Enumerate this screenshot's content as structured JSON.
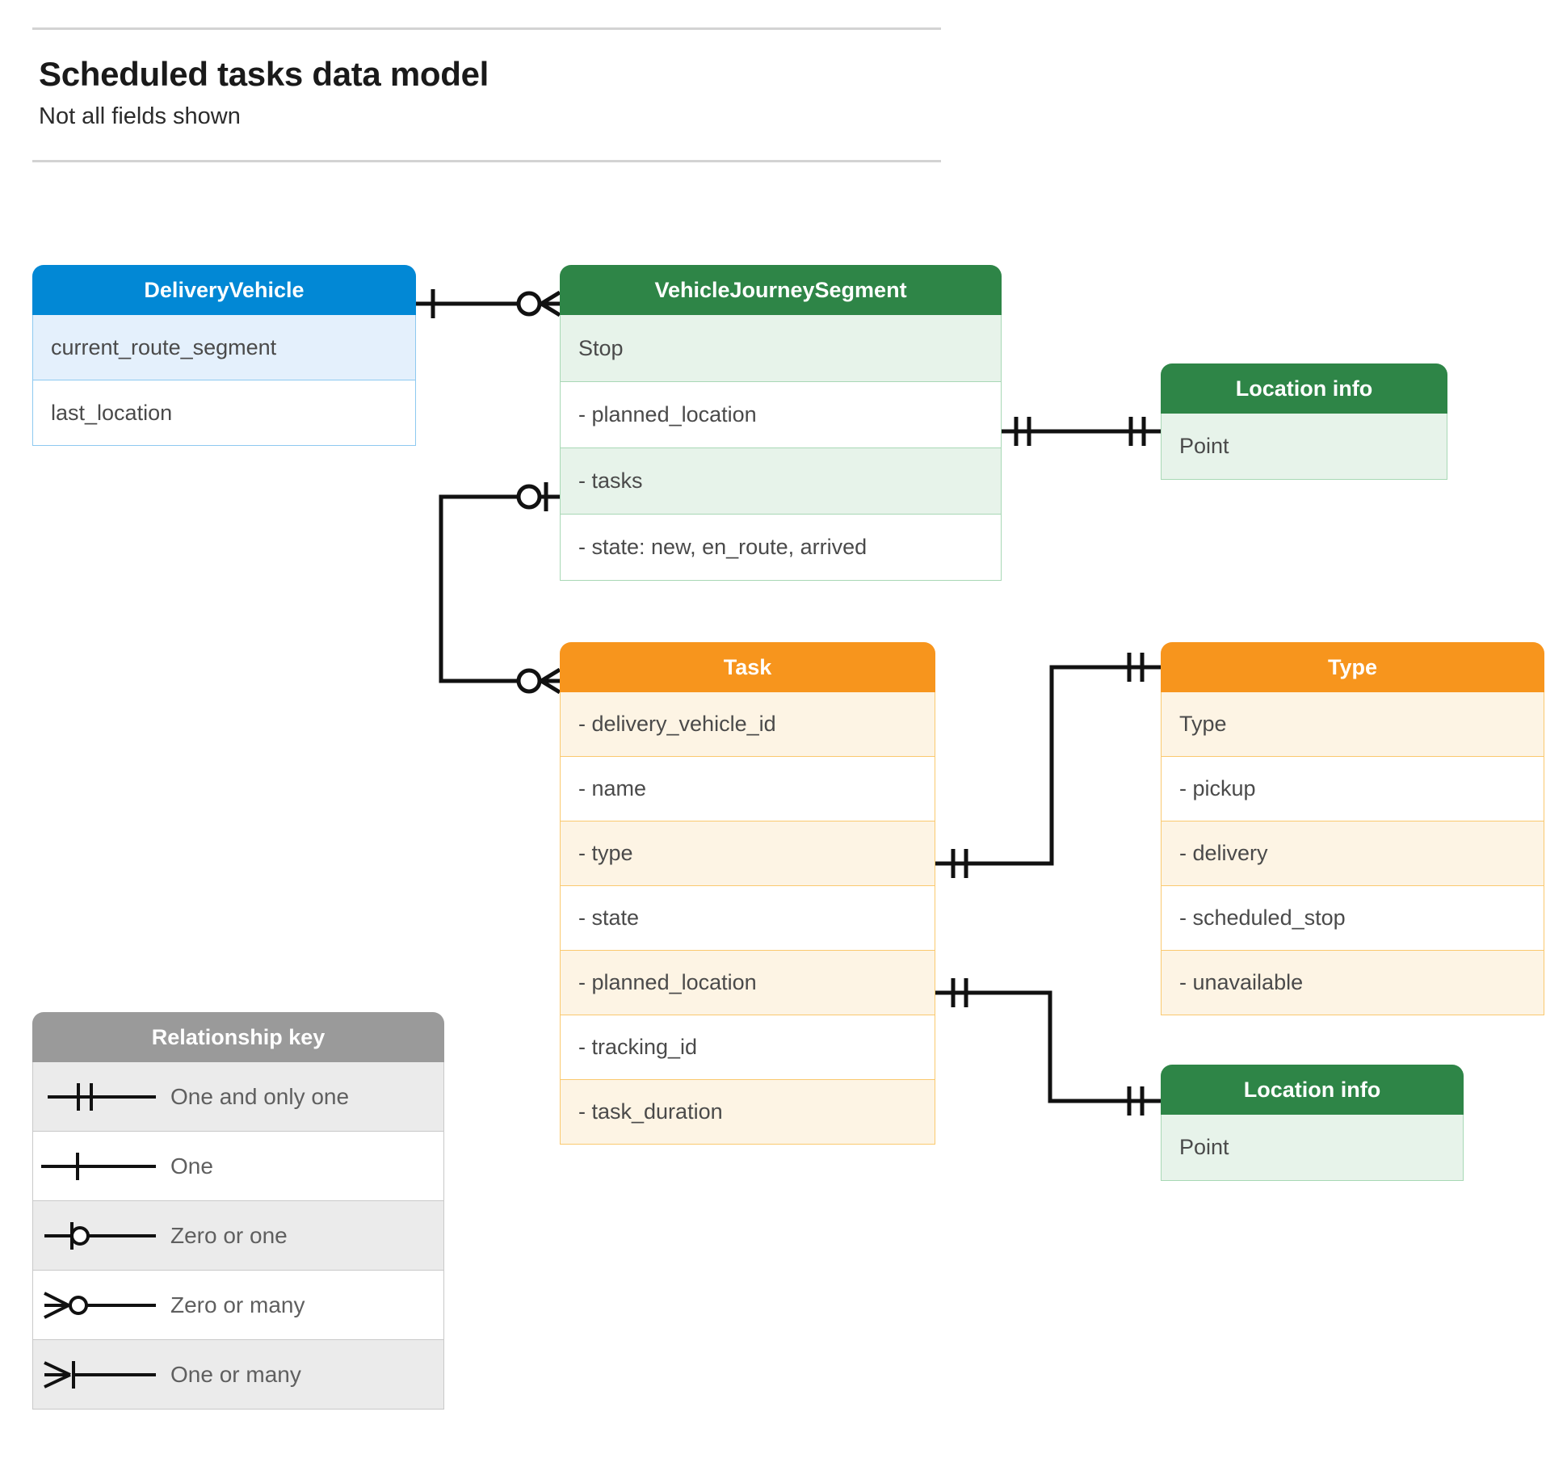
{
  "header": {
    "title": "Scheduled tasks data model",
    "subtitle": "Not all fields shown"
  },
  "colors": {
    "blue_header": "#0288d5",
    "blue_row": "#e4f0fc",
    "blue_border": "#8ec9f0",
    "green_header": "#2e8547",
    "green_row": "#e7f3ea",
    "green_border": "#a8d8b5",
    "orange_header": "#f7951d",
    "orange_row": "#fdf4e4",
    "orange_border": "#fac96f",
    "grey_header": "#9a9a9a",
    "grey_row": "#ebebeb",
    "grey_border": "#c9c9c9",
    "line": "#111111",
    "rule": "#d3d3d3",
    "text": "#4a4a4a"
  },
  "entities": {
    "delivery_vehicle": {
      "title": "DeliveryVehicle",
      "rows": [
        "current_route_segment",
        "last_location"
      ]
    },
    "vehicle_journey_segment": {
      "title": "VehicleJourneySegment",
      "rows": [
        "Stop",
        "-  planned_location",
        "- tasks",
        "- state: new, en_route, arrived"
      ]
    },
    "location_info_top": {
      "title": "Location info",
      "rows": [
        "Point"
      ]
    },
    "task": {
      "title": "Task",
      "rows": [
        "- delivery_vehicle_id",
        "- name",
        "- type",
        "- state",
        "- planned_location",
        "- tracking_id",
        "- task_duration"
      ]
    },
    "type": {
      "title": "Type",
      "rows": [
        "Type",
        "-   pickup",
        "-   delivery",
        "-   scheduled_stop",
        "-   unavailable"
      ]
    },
    "location_info_bottom": {
      "title": "Location info",
      "rows": [
        "Point"
      ]
    }
  },
  "legend": {
    "title": "Relationship key",
    "items": [
      {
        "label": "One and only one",
        "symbol": "one-and-only-one"
      },
      {
        "label": "One",
        "symbol": "one"
      },
      {
        "label": "Zero or one",
        "symbol": "zero-or-one"
      },
      {
        "label": "Zero or many",
        "symbol": "zero-or-many"
      },
      {
        "label": "One or many",
        "symbol": "one-or-many"
      }
    ]
  },
  "relationships": [
    {
      "name": "deliveryvehicle-to-vehiclejourneysegment",
      "from": "DeliveryVehicle",
      "to": "VehicleJourneySegment",
      "from_cardinality": "one",
      "to_cardinality": "zero-or-many"
    },
    {
      "name": "vehiclejourneysegment-planned-location-to-location-info",
      "from": "VehicleJourneySegment.planned_location",
      "to": "Location info",
      "from_cardinality": "one-and-only-one",
      "to_cardinality": "one-and-only-one"
    },
    {
      "name": "vehiclejourneysegment-tasks-to-task",
      "from": "VehicleJourneySegment.tasks",
      "to": "Task",
      "from_cardinality": "zero-or-one",
      "to_cardinality": "zero-or-many"
    },
    {
      "name": "task-type-to-type",
      "from": "Task.type",
      "to": "Type",
      "from_cardinality": "one-and-only-one",
      "to_cardinality": "one-and-only-one"
    },
    {
      "name": "task-planned-location-to-location-info",
      "from": "Task.planned_location",
      "to": "Location info",
      "from_cardinality": "one-and-only-one",
      "to_cardinality": "one-and-only-one"
    }
  ]
}
